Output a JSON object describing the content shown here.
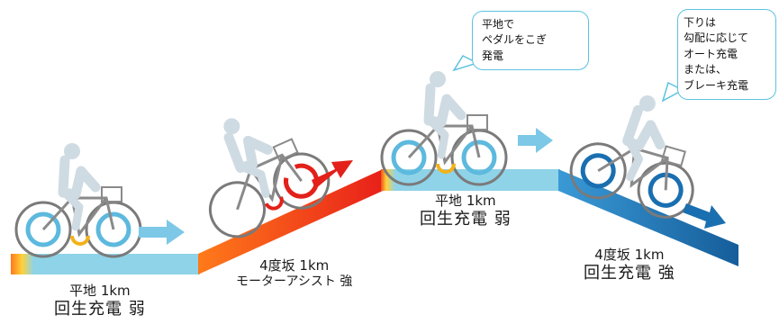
{
  "segments": [
    {
      "name": "flat-1",
      "line1": "平地 1km",
      "line2": "回生充電 弱"
    },
    {
      "name": "uphill",
      "line1": "4度坂 1km",
      "line2": "モーターアシスト 強"
    },
    {
      "name": "flat-2",
      "line1": "平地 1km",
      "line2": "回生充電 弱"
    },
    {
      "name": "downhill",
      "line1": "4度坂 1km",
      "line2": "回生充電 強"
    }
  ],
  "bubbles": [
    {
      "name": "flat-bubble",
      "lines": [
        "平地で",
        "ペダルをこぎ",
        "発電"
      ]
    },
    {
      "name": "downhill-bubble",
      "lines": [
        "下りは",
        "勾配に応じて",
        "オート充電",
        "または、",
        "ブレーキ充電"
      ]
    }
  ],
  "colors": {
    "flat": "#8fd3e8",
    "uphill_start": "#ff6a1a",
    "uphill_end": "#e8201a",
    "downhill_start": "#1f7fc0",
    "downhill_end": "#155d9a",
    "arrow_light": "#7cc8e6",
    "arrow_red": "#e3201a",
    "arrow_dark": "#1a6fb0",
    "rider": "#cfdbe2",
    "bike": "#7a7a7a"
  }
}
